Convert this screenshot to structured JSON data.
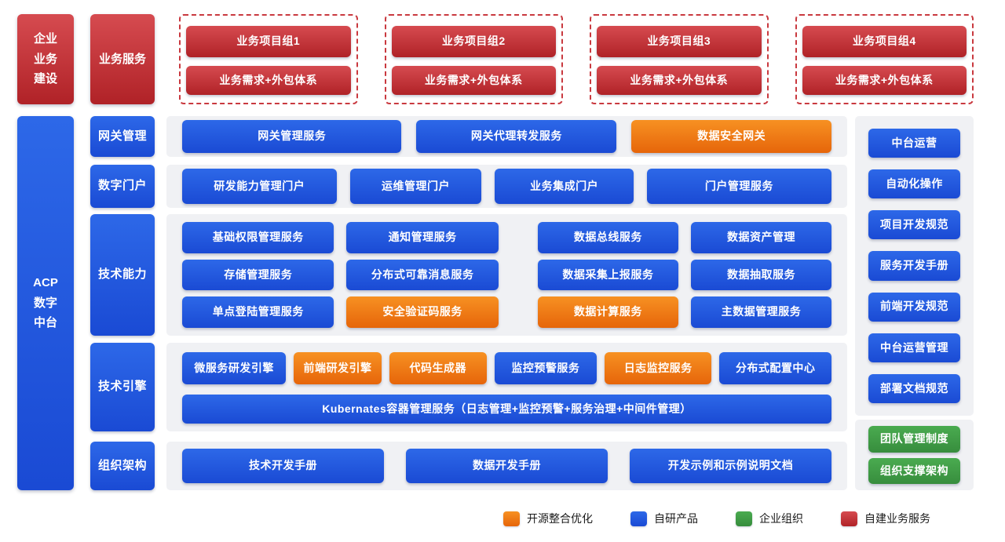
{
  "colors": {
    "red": "#c23237",
    "blue": "#1f56d9",
    "orange": "#ee7210",
    "green": "#3f9c45",
    "panel_bg": "#f0f1f4"
  },
  "top": {
    "enterprise": "企业\n业务\n建设",
    "business_service": "业务服务",
    "groups": [
      {
        "title": "业务项目组1",
        "subtitle": "业务需求+外包体系"
      },
      {
        "title": "业务项目组2",
        "subtitle": "业务需求+外包体系"
      },
      {
        "title": "业务项目组3",
        "subtitle": "业务需求+外包体系"
      },
      {
        "title": "业务项目组4",
        "subtitle": "业务需求+外包体系"
      }
    ]
  },
  "acp": "ACP\n数字\n中台",
  "categories": [
    "网关管理",
    "数字门户",
    "技术能力",
    "技术引擎",
    "组织架构"
  ],
  "gateway": {
    "items": [
      {
        "label": "网关管理服务",
        "type": "blue"
      },
      {
        "label": "网关代理转发服务",
        "type": "blue"
      },
      {
        "label": "数据安全网关",
        "type": "orange"
      }
    ]
  },
  "portal": {
    "items": [
      {
        "label": "研发能力管理门户",
        "type": "blue"
      },
      {
        "label": "运维管理门户",
        "type": "blue"
      },
      {
        "label": "业务集成门户",
        "type": "blue"
      },
      {
        "label": "门户管理服务",
        "type": "blue"
      }
    ]
  },
  "capability": {
    "items": [
      {
        "label": "基础权限管理服务",
        "type": "blue"
      },
      {
        "label": "通知管理服务",
        "type": "blue"
      },
      {
        "label": "数据总线服务",
        "type": "blue"
      },
      {
        "label": "数据资产管理",
        "type": "blue"
      },
      {
        "label": "存储管理服务",
        "type": "blue"
      },
      {
        "label": "分布式可靠消息服务",
        "type": "blue"
      },
      {
        "label": "数据采集上报服务",
        "type": "blue"
      },
      {
        "label": "数据抽取服务",
        "type": "blue"
      },
      {
        "label": "单点登陆管理服务",
        "type": "blue"
      },
      {
        "label": "安全验证码服务",
        "type": "orange"
      },
      {
        "label": "数据计算服务",
        "type": "orange"
      },
      {
        "label": "主数据管理服务",
        "type": "blue"
      }
    ]
  },
  "engine": {
    "row1": [
      {
        "label": "微服务研发引擎",
        "type": "blue"
      },
      {
        "label": "前端研发引擎",
        "type": "orange"
      },
      {
        "label": "代码生成器",
        "type": "orange"
      },
      {
        "label": "监控预警服务",
        "type": "blue"
      },
      {
        "label": "日志监控服务",
        "type": "orange"
      },
      {
        "label": "分布式配置中心",
        "type": "blue"
      }
    ],
    "kubernetes": "Kubernates容器管理服务（日志管理+监控预警+服务治理+中间件管理）"
  },
  "org": {
    "items": [
      {
        "label": "技术开发手册"
      },
      {
        "label": "数据开发手册"
      },
      {
        "label": "开发示例和示例说明文档"
      }
    ]
  },
  "right": {
    "blue_items": [
      "中台运营",
      "自动化操作",
      "项目开发规范",
      "服务开发手册",
      "前端开发规范",
      "中台运营管理",
      "部署文档规范"
    ],
    "green_items": [
      "团队管理制度",
      "组织支撑架构"
    ]
  },
  "legend": {
    "items": [
      {
        "label": "开源整合优化",
        "color": "orange"
      },
      {
        "label": "自研产品",
        "color": "blue"
      },
      {
        "label": "企业组织",
        "color": "green"
      },
      {
        "label": "自建业务服务",
        "color": "red"
      }
    ]
  }
}
